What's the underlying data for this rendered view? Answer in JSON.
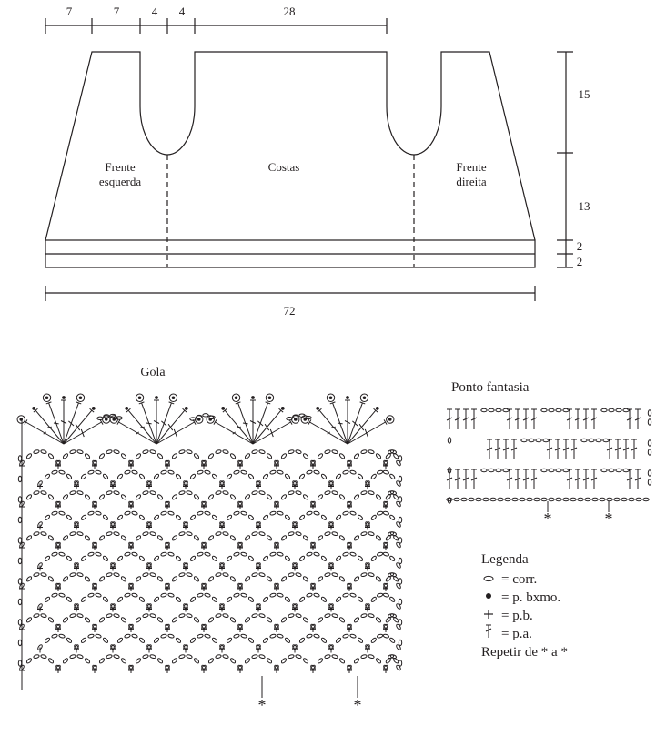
{
  "schematic": {
    "top_dimensions": [
      "7",
      "7",
      "4",
      "4",
      "28"
    ],
    "right_dimensions": [
      "15",
      "13",
      "2",
      "2"
    ],
    "bottom_dimension": "72",
    "panels": {
      "left": [
        "Frente",
        "esquerda"
      ],
      "center": "Costas",
      "right": [
        "Frente",
        "direita"
      ]
    }
  },
  "gola": {
    "title": "Gola",
    "repeat_marks": [
      "*",
      "*"
    ]
  },
  "ponto_fantasia": {
    "title": "Ponto fantasia",
    "repeat_marks": [
      "*",
      "*"
    ]
  },
  "legend": {
    "title": "Legenda",
    "items": [
      {
        "icon": "chain-oval-icon",
        "text": "= corr."
      },
      {
        "icon": "slip-stitch-dot-icon",
        "text": "= p. bxmo."
      },
      {
        "icon": "single-crochet-plus-icon",
        "text": "= p.b."
      },
      {
        "icon": "double-crochet-icon",
        "text": "= p.a."
      }
    ],
    "repeat_note": "Repetir de * a *"
  }
}
